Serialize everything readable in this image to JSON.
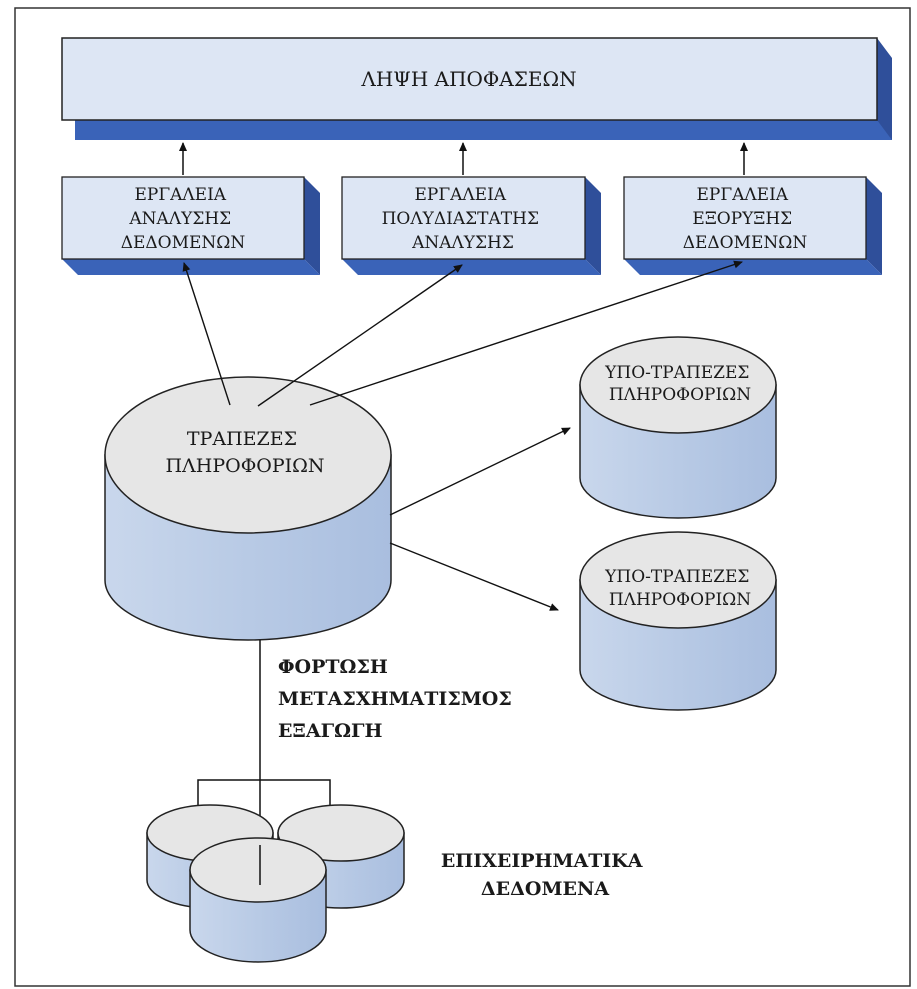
{
  "decision": {
    "label": "ΛΗΨΗ ΑΠΟΦΑΣΕΩΝ"
  },
  "tools": [
    {
      "lines": [
        "ΕΡΓΑΛΕΙΑ",
        "ΑΝΑΛΥΣΗΣ",
        "ΔΕΔΟΜΕΝΩΝ"
      ]
    },
    {
      "lines": [
        "ΕΡΓΑΛΕΙΑ",
        "ΠΟΛΥΔΙΑΣΤΑΤΗΣ",
        "ΑΝΑΛΥΣΗΣ"
      ]
    },
    {
      "lines": [
        "ΕΡΓΑΛΕΙΑ",
        "ΕΞΟΡΥΞΗΣ",
        "ΔΕΔΟΜΕΝΩΝ"
      ]
    }
  ],
  "warehouse": {
    "lines": [
      "ΤΡΑΠΕΖΕΣ",
      "ΠΛΗΡΟΦΟΡΙΩΝ"
    ]
  },
  "data_marts": [
    {
      "lines": [
        "ΥΠΟ-ΤΡΑΠΕΖΕΣ",
        "ΠΛΗΡΟΦΟΡΙΩΝ"
      ]
    },
    {
      "lines": [
        "ΥΠΟ-ΤΡΑΠΕΖΕΣ",
        "ΠΛΗΡΟΦΟΡΙΩΝ"
      ]
    }
  ],
  "etl": {
    "lines": [
      "ΦΟΡΤΩΣΗ",
      "ΜΕΤΑΣΧΗΜΑΤΙΣΜΟΣ",
      "ΕΞΑΓΩΓΗ"
    ]
  },
  "sources": {
    "lines": [
      "ΕΠΙΧΕΙΡΗΜΑΤΙΚΑ",
      "ΔΕΔΟΜΕΝΑ"
    ]
  },
  "colors": {
    "box_fill": "#dde6f4",
    "shadow": "#3a63b8",
    "cylinder_body": "#bccde6",
    "cylinder_top": "#e6e6e6",
    "stroke": "#222222"
  }
}
